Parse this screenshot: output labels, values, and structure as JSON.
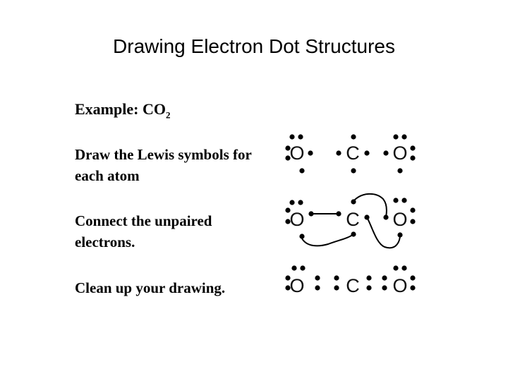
{
  "title": "Drawing Electron Dot Structures",
  "example": {
    "label": "Example:",
    "formula_main": "CO",
    "formula_sub": "2"
  },
  "steps": [
    {
      "lines": [
        "Draw the Lewis symbols for",
        "each atom"
      ]
    },
    {
      "lines": [
        "Connect the unpaired",
        "electrons."
      ]
    },
    {
      "lines": [
        "Clean up your drawing."
      ]
    }
  ],
  "atoms": {
    "oxygen": "O",
    "carbon": "C"
  },
  "colors": {
    "background": "#ffffff",
    "ink": "#000000"
  }
}
